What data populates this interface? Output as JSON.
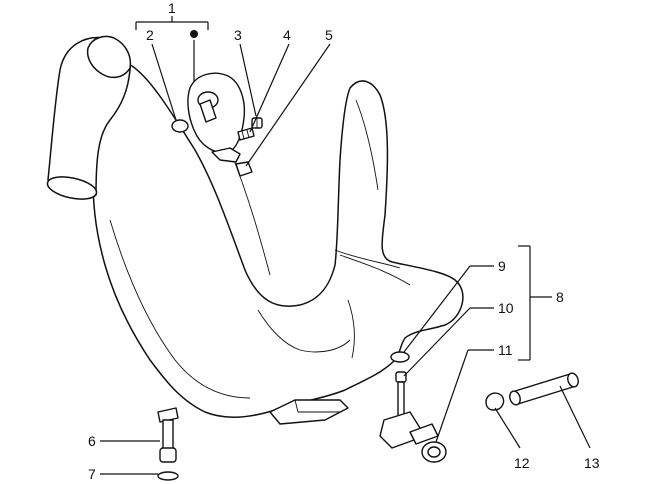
{
  "callouts": {
    "p1": "1",
    "p2": "2",
    "p3": "3",
    "p4": "4",
    "p5": "5",
    "p6": "6",
    "p7": "7",
    "p8": "8",
    "p9": "9",
    "p10": "10",
    "p11": "11",
    "p12": "12",
    "p13": "13"
  }
}
